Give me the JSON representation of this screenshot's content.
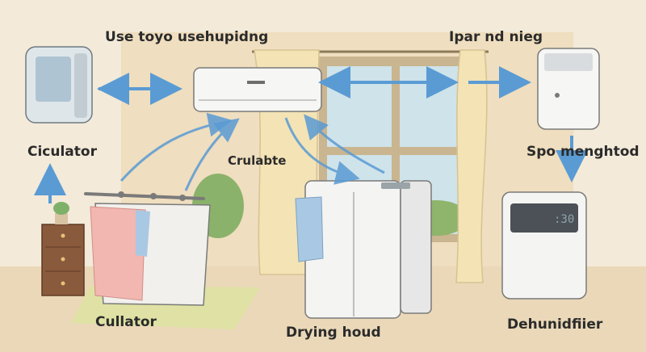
{
  "labels": {
    "top_left": "Use toyo usehupidng",
    "top_right": "Ipar nd nieg",
    "left_mid": "Ciculator",
    "center": "Crulabte",
    "right_mid": "Spo menghtod",
    "bottom_left": "Cullator",
    "bottom_center": "Drying houd",
    "bottom_right": "Dehunidfiier"
  },
  "display": {
    "dehumidifier_readout": ":30"
  },
  "colors": {
    "wall": "#f3ead9",
    "wall_shade": "#e9d3ad",
    "arrow": "#5a9bd4",
    "curtain": "#f3e3b5",
    "window_sky": "#cfe3ea",
    "window_frame": "#c9b58f",
    "floor": "#ead8b8",
    "rug": "#dfe2a4",
    "cabinet": "#8a5a3c",
    "towel_pink": "#f2b7b0",
    "towel_blue": "#a9c8e3",
    "appliance": "#f6f6f4",
    "appliance_outline": "#7a7a7a"
  }
}
